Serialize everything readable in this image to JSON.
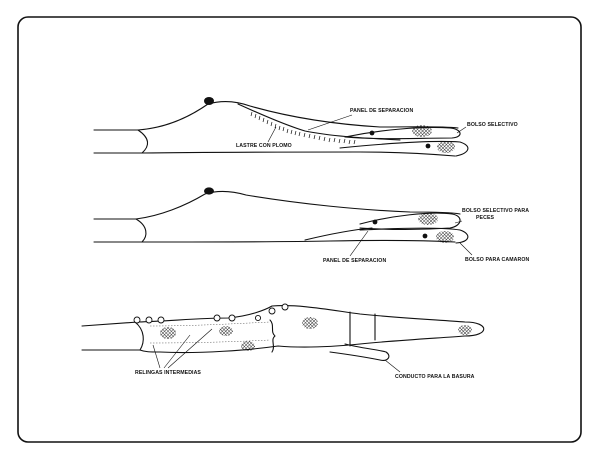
{
  "figure": {
    "diagram_1": {
      "panel_label": "PANEL DE SEPARACION",
      "selective_bag_label": "BOLSO SELECTIVO",
      "weight_label": "LASTRE CON PLOMO"
    },
    "diagram_2": {
      "selective_bag_fish_line1": "BOLSO SELECTIVO PARA",
      "selective_bag_fish_line2": "PECES",
      "panel_label": "PANEL DE SEPARACION",
      "shrimp_bag_label": "BOLSO PARA CAMARON"
    },
    "diagram_3": {
      "intermediate_ropes_label": "RELINGAS INTERMEDIAS",
      "trash_duct_label": "CONDUCTO PARA LA BASURA"
    }
  }
}
